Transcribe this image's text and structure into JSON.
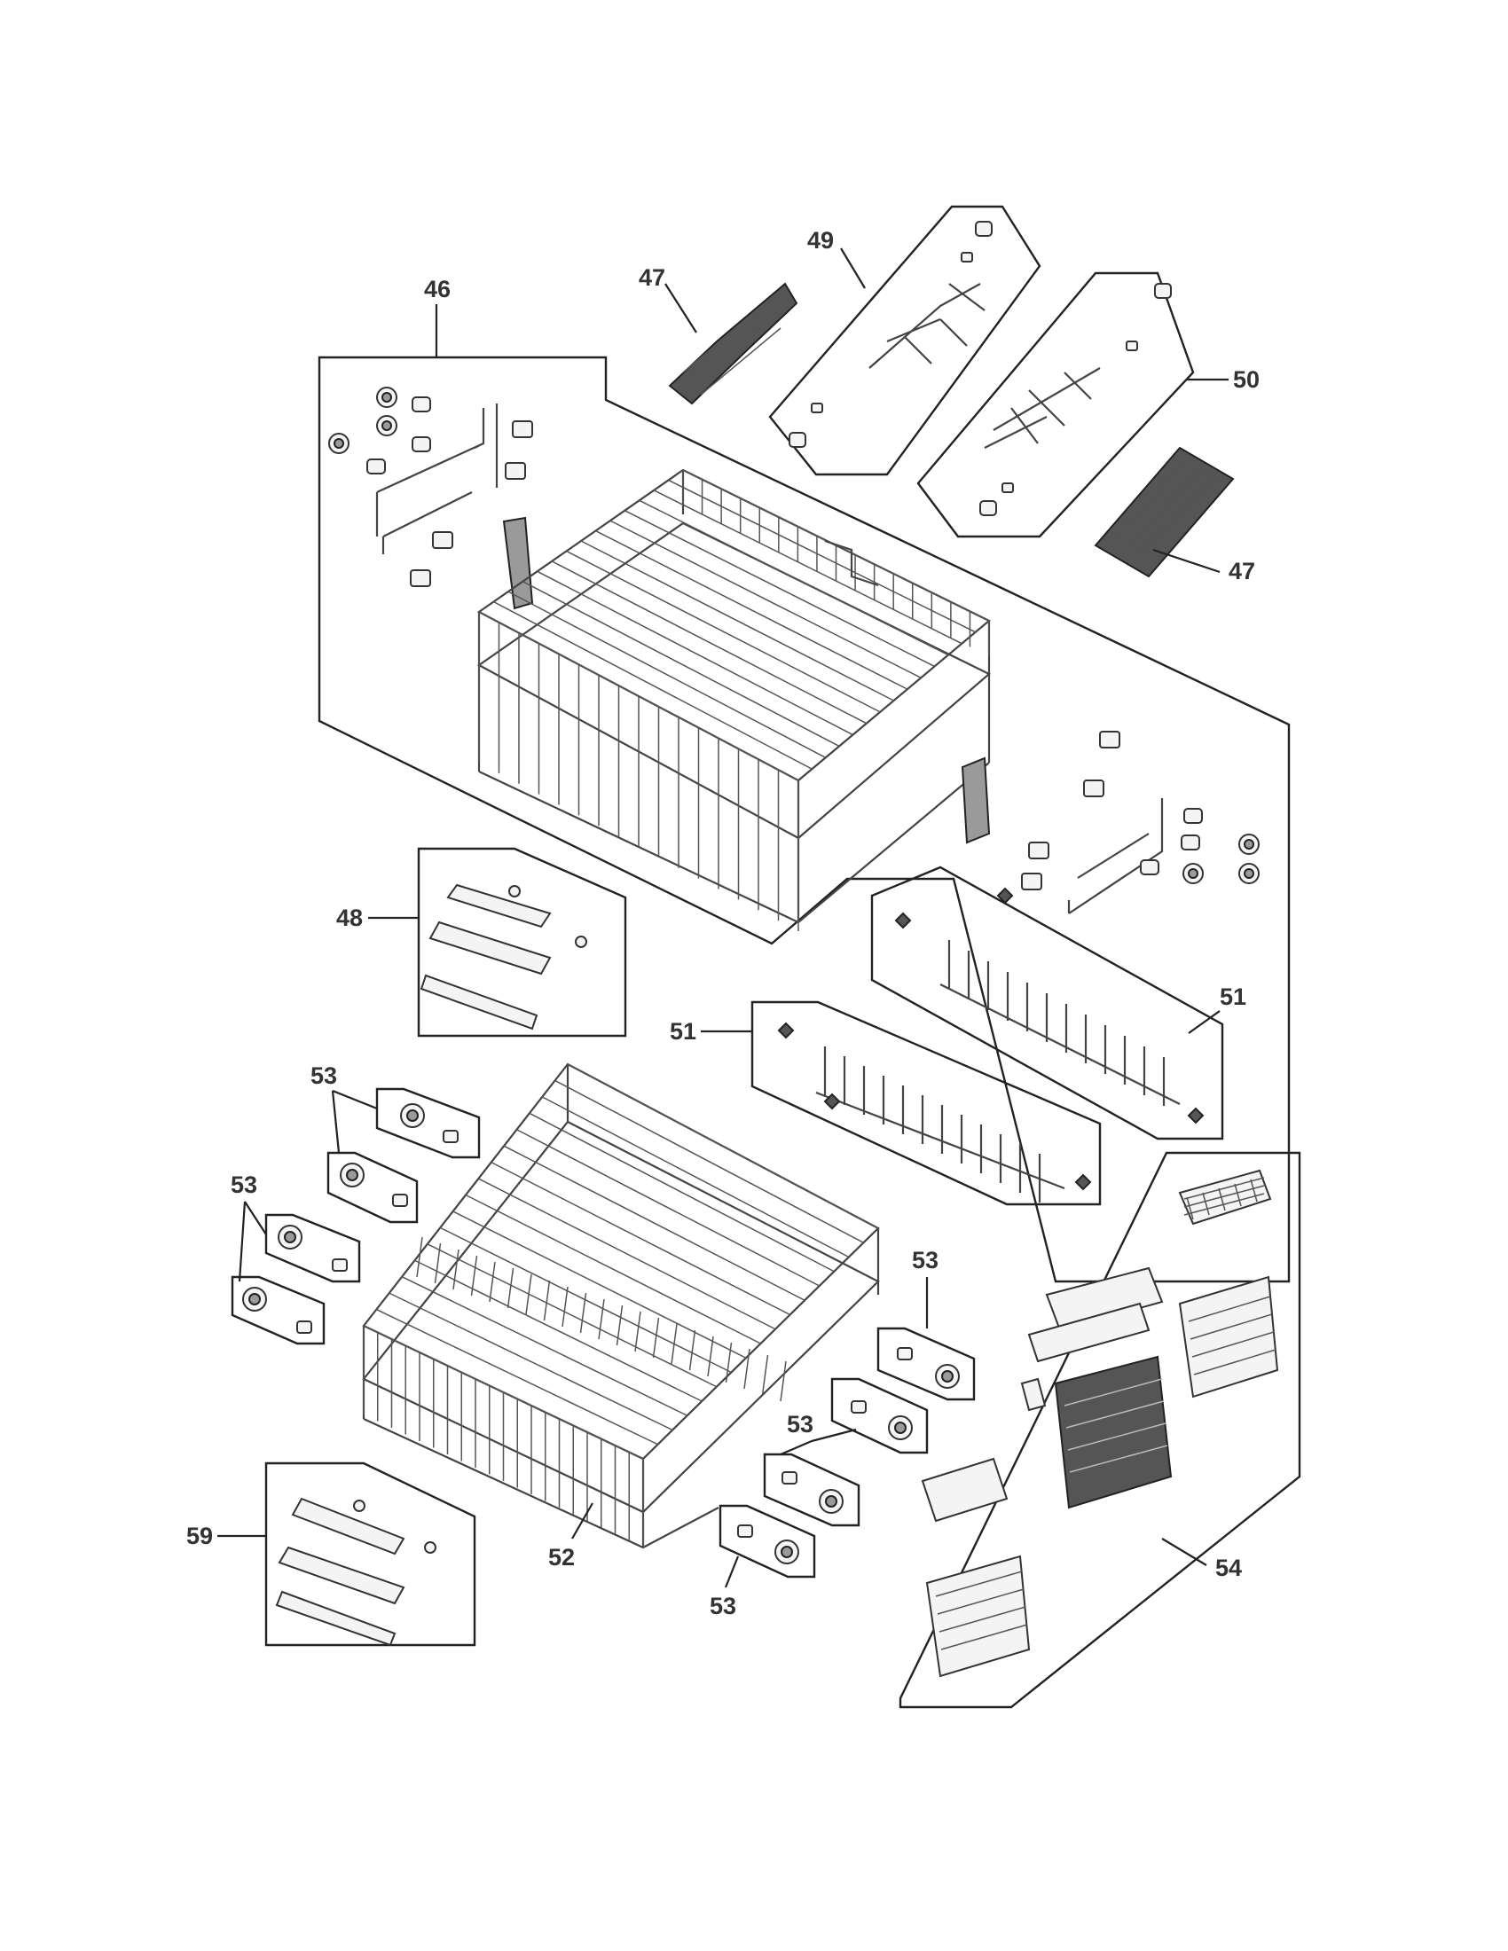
{
  "diagram": {
    "callouts": {
      "c46": "46",
      "c47a": "47",
      "c47b": "47",
      "c48": "48",
      "c49": "49",
      "c50": "50",
      "c51a": "51",
      "c51b": "51",
      "c52": "52",
      "c53a": "53",
      "c53b": "53",
      "c53c": "53",
      "c53d": "53",
      "c53e": "53",
      "c54": "54",
      "c59": "59"
    }
  }
}
